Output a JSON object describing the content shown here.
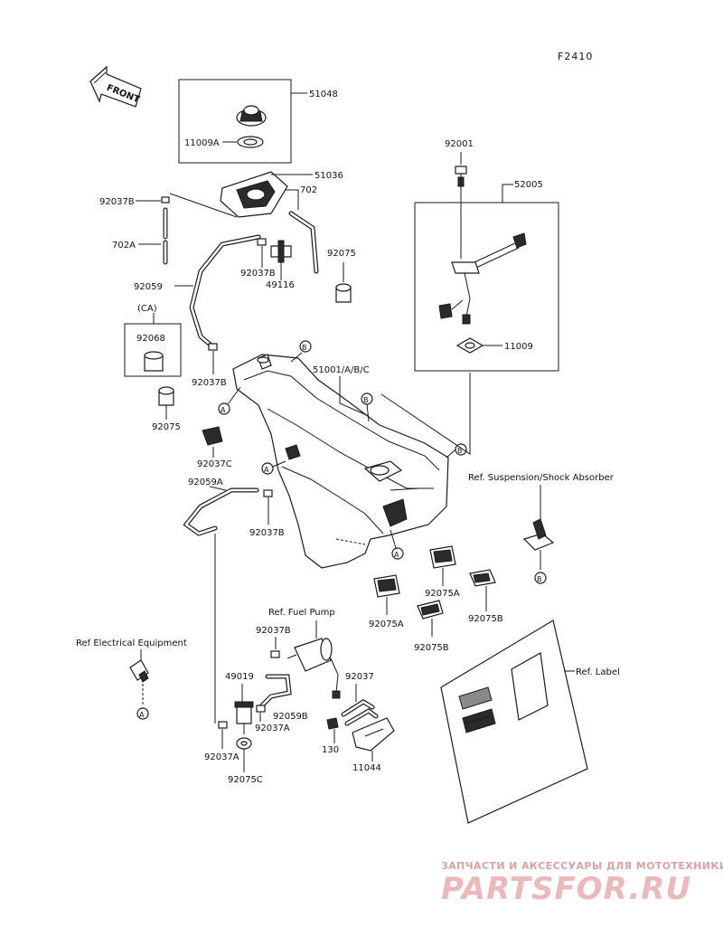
{
  "figure_code": "F2410",
  "front_label": "FRONT",
  "parts": {
    "p51048": "51048",
    "p11009A": "11009A",
    "p51036": "51036",
    "p92037B_top": "92037B",
    "p702": "702",
    "p702A": "702A",
    "p92037B_mid": "92037B",
    "p92075_top": "92075",
    "p49116": "49116",
    "p92059": "92059",
    "p92001": "92001",
    "p52005": "52005",
    "pCA": "(CA)",
    "p92068": "92068",
    "p11009": "11009",
    "p92037B_tank": "92037B",
    "p51001": "51001/A/B/C",
    "p92075_left": "92075",
    "p92037C": "92037C",
    "p92059A": "92059A",
    "p92037B_low": "92037B",
    "p92075A_1": "92075A",
    "p92075A_2": "92075A",
    "p92075B_1": "92075B",
    "p92075B_2": "92075B",
    "p92037B_pump": "92037B",
    "p49019": "49019",
    "p92037": "92037",
    "p92059B": "92059B",
    "p92037A_1": "92037A",
    "p92037A_2": "92037A",
    "p130": "130",
    "p11044": "11044",
    "p92075C": "92075C"
  },
  "refs": {
    "suspension": "Ref. Suspension/Shock Absorber",
    "fuel_pump": "Ref. Fuel Pump",
    "electrical": "Ref  Electrical Equipment",
    "label": "Ref. Label"
  },
  "markers": {
    "a": "A",
    "b": "B"
  },
  "watermark": {
    "tagline": "ЗАПЧАСТИ И АКСЕССУАРЫ ДЛЯ МОТОТЕХНИКИ",
    "brand": "PARTSFOR.RU"
  }
}
